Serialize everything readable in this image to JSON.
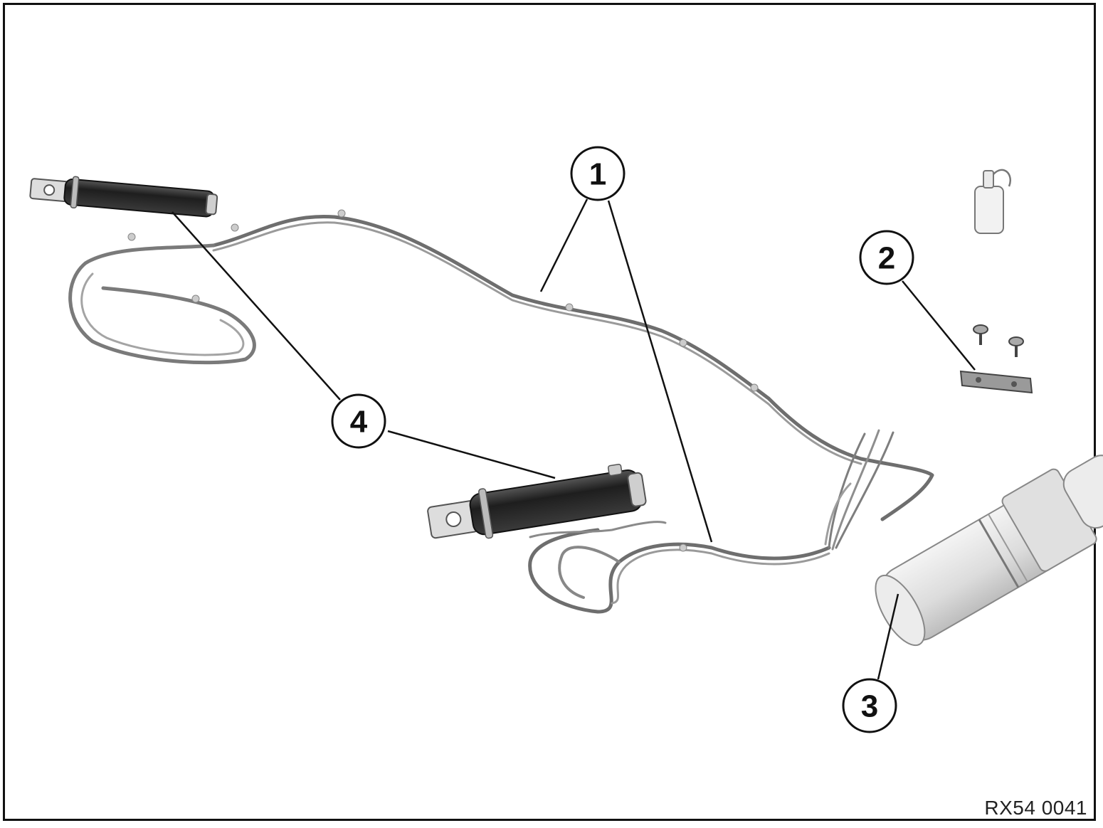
{
  "callouts": {
    "c1": "1",
    "c2": "2",
    "c3": "3",
    "c4": "4"
  },
  "ref_code": "RX54 0041",
  "colors": {
    "ink": "#111111",
    "hose": "#7a7a7a",
    "cylinder_body": "#2b2b2b",
    "pump_body": "#e4e4e4"
  }
}
